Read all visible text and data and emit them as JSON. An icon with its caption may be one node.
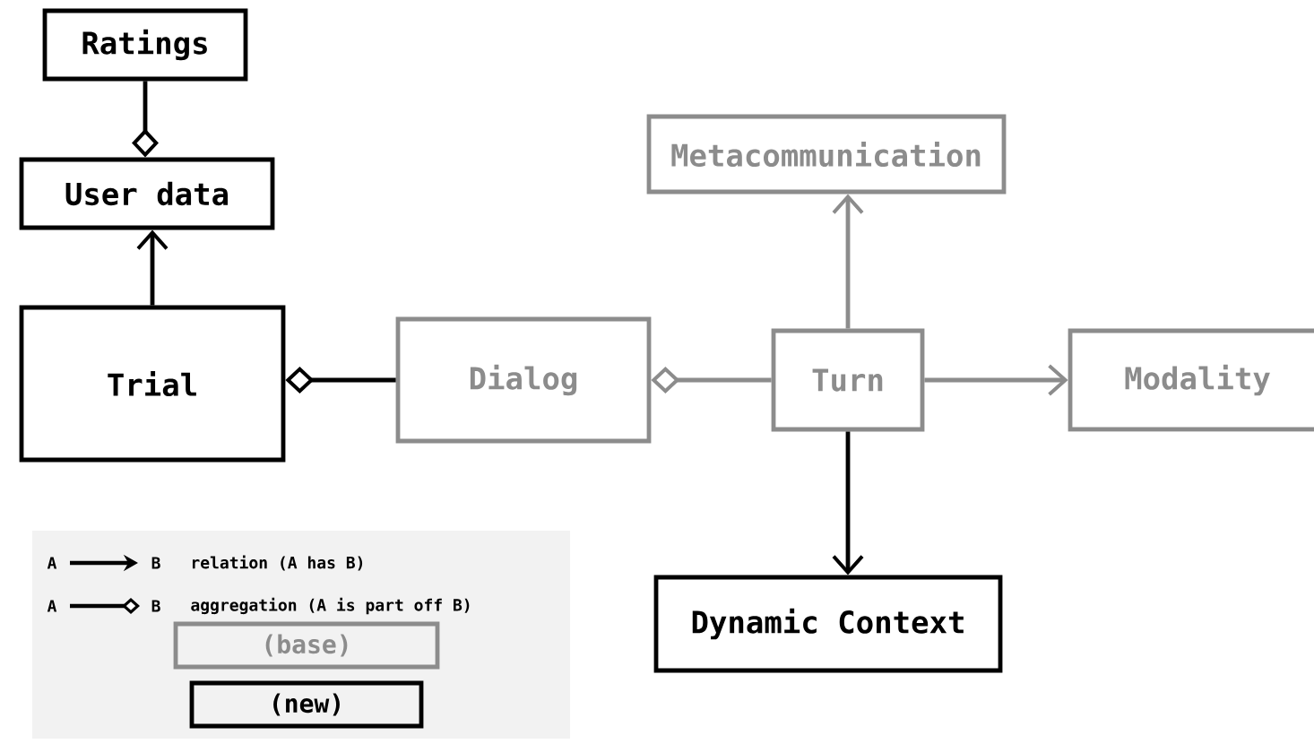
{
  "diagram": {
    "nodes": [
      {
        "text": [
          "Ratings"
        ]
      },
      {
        "text": [
          "User data"
        ]
      },
      {
        "text": [
          "Trial"
        ]
      },
      {
        "text": [
          "Dialog"
        ]
      },
      {
        "text": [
          "Metacommunication"
        ]
      },
      {
        "text": [
          "Turn"
        ]
      },
      {
        "text": [
          "Modality"
        ]
      },
      {
        "text": [
          "Dynamic Context"
        ]
      }
    ],
    "edges": [
      {
        "from": 0,
        "to": 1,
        "arrow": "other"
      },
      {
        "from": 2,
        "to": 1,
        "arrow": "to"
      },
      {
        "from": 3,
        "to": 2,
        "arrow": "other"
      },
      {
        "from": 5,
        "to": 3,
        "arrow": "other",
        "color": "#8c8c8c"
      },
      {
        "from": 5,
        "to": 4,
        "arrow": "to",
        "color": "#8c8c8c"
      },
      {
        "from": 5,
        "to": 6,
        "arrow": "to",
        "color": "#8c8c8c"
      },
      {
        "from": 5,
        "to": 7,
        "arrow": "to"
      }
    ],
    "labels": [
      "A",
      "B",
      "A",
      "B"
    ],
    "legend": [
      {
        "text": "relation (A has B)"
      },
      {
        "text": "aggregation (A is part off B)"
      },
      {
        "text": "(base)"
      },
      {
        "text": "(new)"
      }
    ]
  }
}
